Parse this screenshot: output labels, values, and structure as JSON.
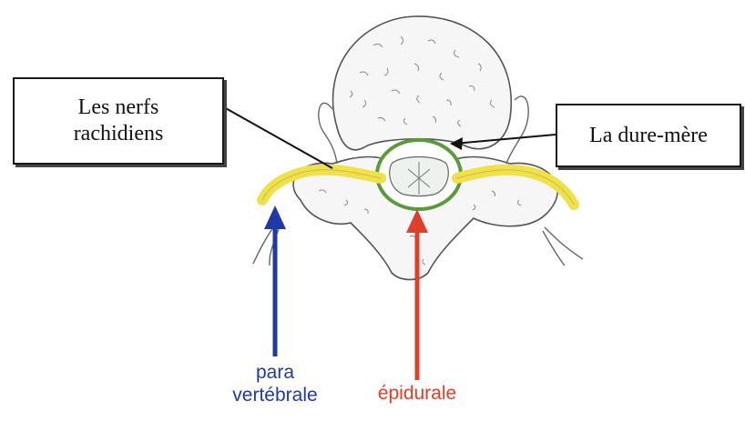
{
  "labels": {
    "nerves_line1": "Les nerfs",
    "nerves_line2": "rachidiens",
    "dura": "La dure-mère",
    "para_line1": "para",
    "para_line2": "vertébrale",
    "epidural": "épidurale"
  },
  "colors": {
    "paravertebral_arrow": "#1f3aa8",
    "epidural_arrow": "#e0402a",
    "nerve": "#f0e04a",
    "dura": "#5a9a3a",
    "outline": "#333333"
  }
}
